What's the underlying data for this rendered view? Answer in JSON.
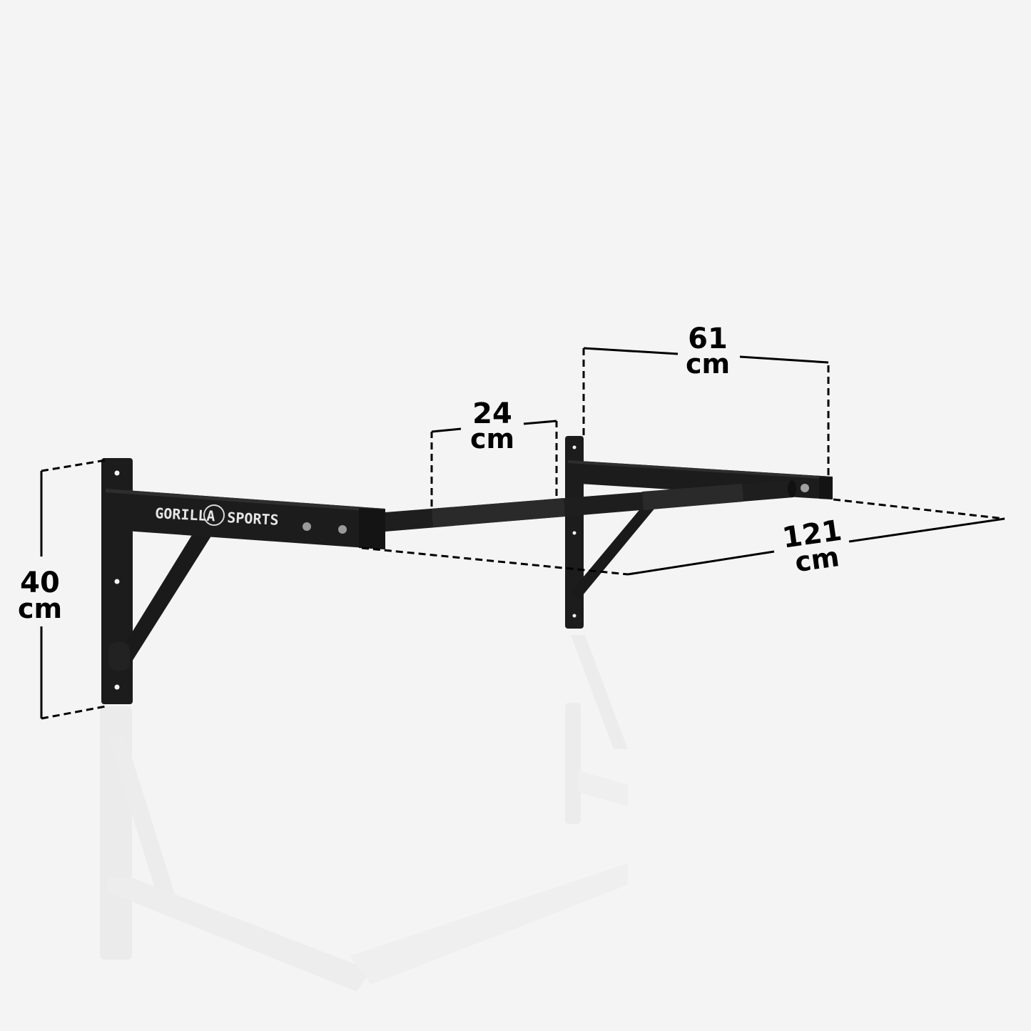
{
  "product": {
    "brand_left": "GORILLA",
    "brand_right": "SPORTS",
    "colors": {
      "background": "#f4f4f4",
      "steel": "#1c1c1c",
      "steel_highlight": "#2e2e2e",
      "grip": "#262626",
      "reflection": "#e9e9e9",
      "dimension_line": "#000000"
    }
  },
  "dimensions": {
    "height": {
      "value": "40",
      "unit": "cm"
    },
    "grip_width": {
      "value": "24",
      "unit": "cm"
    },
    "depth": {
      "value": "61",
      "unit": "cm"
    },
    "width": {
      "value": "121",
      "unit": "cm"
    }
  }
}
